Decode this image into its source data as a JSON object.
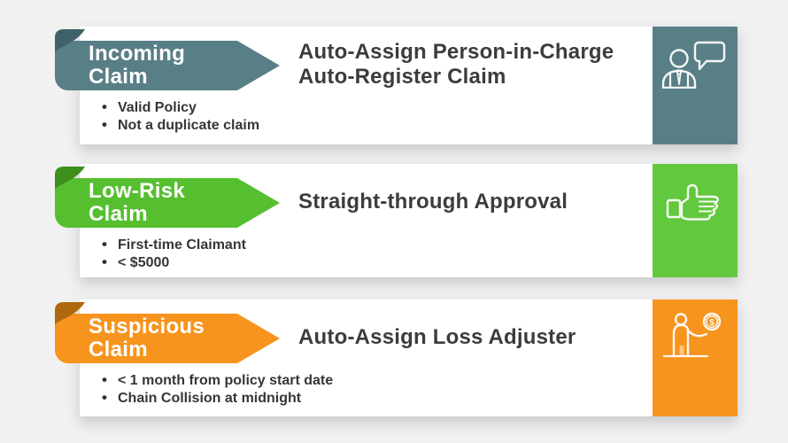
{
  "cards": [
    {
      "ribbon": {
        "line1": "Incoming",
        "line2": "Claim"
      },
      "action_lines": [
        "Auto-Assign Person-in-Charge",
        "Auto-Register Claim"
      ],
      "bullets": [
        "Valid Policy",
        "Not a duplicate claim"
      ],
      "icon": "person-speech-bubble-icon",
      "colors": {
        "ribbon": "#597f86",
        "fold": "#3f6169",
        "panel": "#597f86"
      }
    },
    {
      "ribbon": {
        "line1": "Low-Risk",
        "line2": "Claim"
      },
      "action_lines": [
        "Straight-through Approval"
      ],
      "bullets": [
        "First-time Claimant",
        "< $5000"
      ],
      "icon": "thumbs-up-icon",
      "colors": {
        "ribbon": "#55bf30",
        "fold": "#3e8e1d",
        "panel": "#62c83e"
      }
    },
    {
      "ribbon": {
        "line1": "Suspicious",
        "line2": "Claim"
      },
      "action_lines": [
        "Auto-Assign Loss Adjuster"
      ],
      "bullets": [
        "< 1 month from policy start date",
        "Chain Collision at midnight"
      ],
      "icon": "loss-adjuster-money-icon",
      "colors": {
        "ribbon": "#f7941d",
        "fold": "#b0680e",
        "panel": "#f7941d"
      }
    }
  ]
}
